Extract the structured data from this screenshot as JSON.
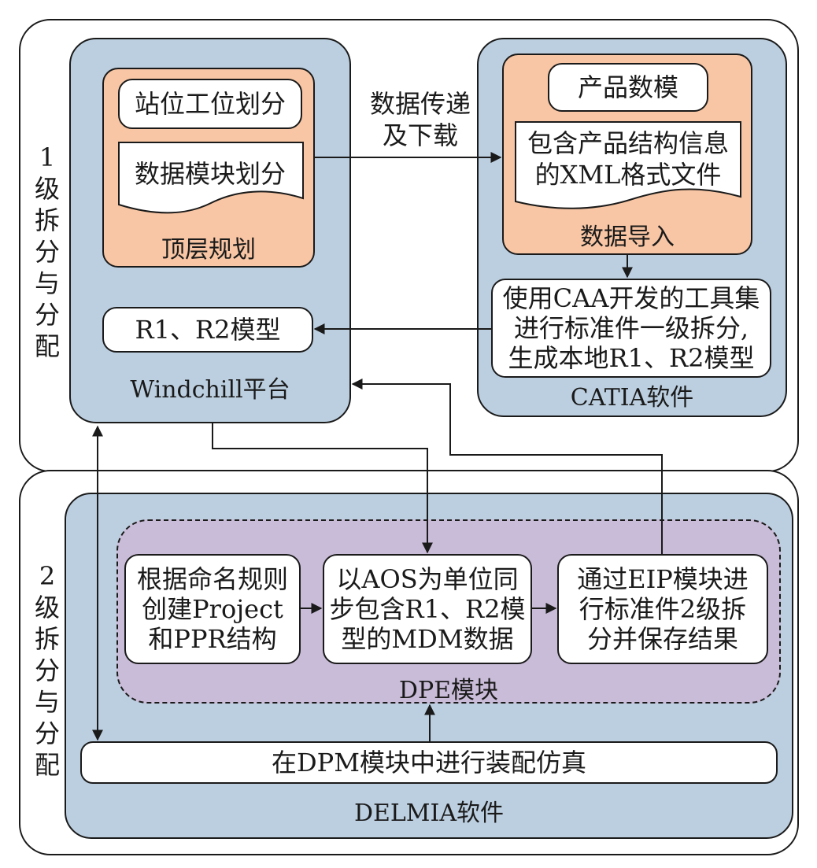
{
  "level1": {
    "side_label": [
      "1",
      "级",
      "拆",
      "分",
      "与",
      "分",
      "配"
    ],
    "windchill": {
      "title": "Windchill平台",
      "top_planning": {
        "title": "顶层规划",
        "station": "站位工位划分",
        "data_module": "数据模块划分"
      },
      "model_box": "R1、R2模型"
    },
    "transfer_label": [
      "数据传递",
      "及下载"
    ],
    "catia": {
      "title": "CATIA软件",
      "data_import": {
        "title": "数据导入",
        "product_model": "产品数模",
        "xml_doc": [
          "包含产品结构信息",
          "的XML格式文件"
        ]
      },
      "tool_box": [
        "使用CAA开发的工具集",
        "进行标准件一级拆分,",
        "生成本地R1、R2模型"
      ]
    }
  },
  "level2": {
    "side_label": [
      "2",
      "级",
      "拆",
      "分",
      "与",
      "分",
      "配"
    ],
    "delmia": {
      "title": "DELMIA软件",
      "dpe": {
        "title": "DPE模块",
        "box1": [
          "根据命名规则",
          "创建Project",
          "和PPR结构"
        ],
        "box2": [
          "以AOS为单位同",
          "步包含R1、R2模",
          "型的MDM数据"
        ],
        "box3": [
          "通过EIP模块进",
          "行标准件2级拆",
          "分并保存结果"
        ]
      },
      "dpm_box": "在DPM模块中进行装配仿真"
    }
  },
  "colors": {
    "panel_blue": "#bccfe0",
    "orange": "#f8c6a4",
    "dpe_purple": "#c9bcd8",
    "line": "#1a1a1a"
  }
}
